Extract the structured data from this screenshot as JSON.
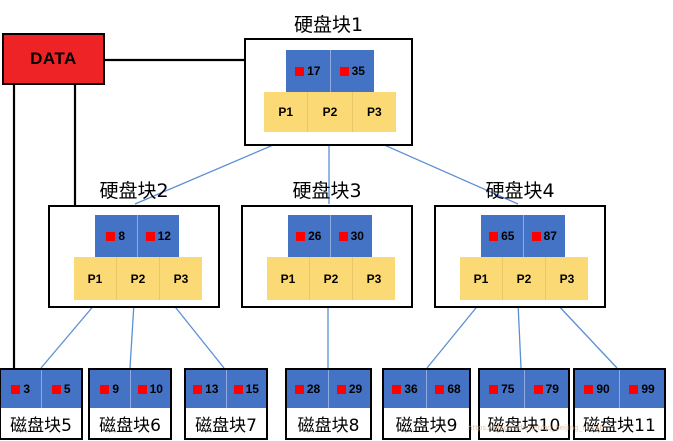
{
  "diagram": {
    "data_box": {
      "label": "DATA"
    },
    "root": {
      "title": "硬盘块1",
      "keys": [
        "17",
        "35"
      ],
      "pointers": [
        "P1",
        "P2",
        "P3"
      ]
    },
    "level2": [
      {
        "title": "硬盘块2",
        "keys": [
          "8",
          "12"
        ],
        "pointers": [
          "P1",
          "P2",
          "P3"
        ]
      },
      {
        "title": "硬盘块3",
        "keys": [
          "26",
          "30"
        ],
        "pointers": [
          "P1",
          "P2",
          "P3"
        ]
      },
      {
        "title": "硬盘块4",
        "keys": [
          "65",
          "87"
        ],
        "pointers": [
          "P1",
          "P2",
          "P3"
        ]
      }
    ],
    "leaves": [
      {
        "label": "磁盘块5",
        "keys": [
          "3",
          "5"
        ]
      },
      {
        "label": "磁盘块6",
        "keys": [
          "9",
          "10"
        ]
      },
      {
        "label": "磁盘块7",
        "keys": [
          "13",
          "15"
        ]
      },
      {
        "label": "磁盘块8",
        "keys": [
          "28",
          "29"
        ]
      },
      {
        "label": "磁盘块9",
        "keys": [
          "36",
          "68"
        ]
      },
      {
        "label": "磁盘块10",
        "keys": [
          "75",
          "79"
        ]
      },
      {
        "label": "磁盘块11",
        "keys": [
          "90",
          "99"
        ]
      }
    ],
    "colors": {
      "data_fill": "#EE2326",
      "key_fill": "#4472C4",
      "pointer_fill": "#FBD975",
      "marker": "#FF0000",
      "connector": "#5B8FD4",
      "outline": "#000000"
    },
    "watermark": "https://blog.csdn.net/qq_beijing_novab"
  }
}
